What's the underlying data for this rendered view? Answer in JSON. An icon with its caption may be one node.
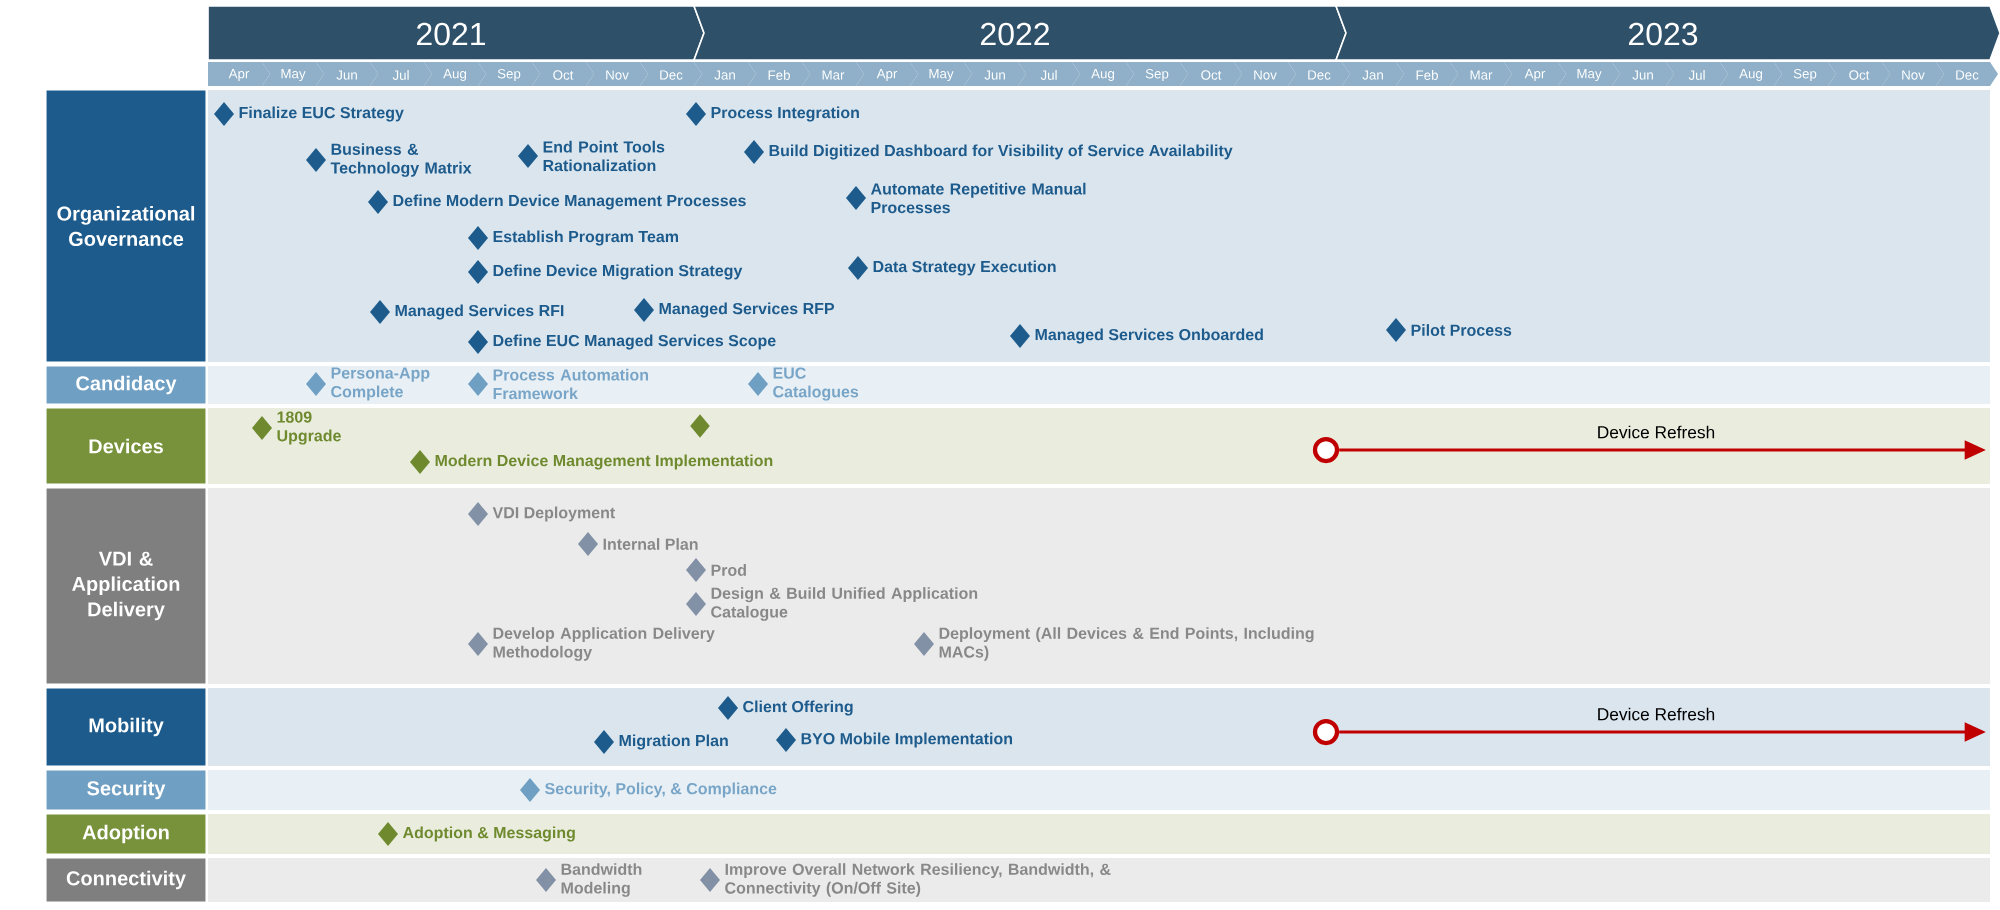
{
  "diagram": {
    "nodes": [
      {
        "text": [
          "Organizational Governance"
        ]
      },
      {
        "text": [
          "Finalize EUC Strategy"
        ],
        "in": 0
      },
      {
        "text": [
          "Process Integration"
        ],
        "in": 0
      },
      {
        "text": [
          "Business & Technology Matrix"
        ],
        "in": 0
      },
      {
        "text": [
          "End Point Tools Rationalization"
        ],
        "in": 0
      },
      {
        "text": [
          "Build Digitized Dashboard for Visibility of Service Availability"
        ],
        "in": 0
      },
      {
        "text": [
          "Define Modern Device Management Processes"
        ],
        "in": 0
      },
      {
        "text": [
          "Automate Repetitive Manual Processes"
        ],
        "in": 0
      },
      {
        "text": [
          "Establish Program Team"
        ],
        "in": 0
      },
      {
        "text": [
          "Define Device Migration Strategy"
        ],
        "in": 0
      },
      {
        "text": [
          "Data Strategy Execution"
        ],
        "in": 0
      },
      {
        "text": [
          "Managed Services RFI"
        ],
        "in": 0
      },
      {
        "text": [
          "Managed Services RFP"
        ],
        "in": 0
      },
      {
        "text": [
          "Pilot Process"
        ],
        "in": 0
      },
      {
        "text": [
          "Managed Services Onboarded"
        ],
        "in": 0
      },
      {
        "text": [
          "Define EUC Managed Services Scope"
        ],
        "in": 0
      },
      {
        "text": [
          "Candidacy"
        ]
      },
      {
        "text": [
          "Persona-App Complete"
        ],
        "in": 16
      },
      {
        "text": [
          "Process Automation Framework"
        ],
        "in": 16
      },
      {
        "text": [
          "EUC Catalogues"
        ],
        "in": 16
      },
      {
        "text": [
          "Devices"
        ]
      },
      {
        "text": [
          "1809 Upgrade"
        ],
        "in": 20
      },
      {
        "text": [],
        "shape": "diamond",
        "in": 20
      },
      {
        "text": [],
        "shape": "circle",
        "in": 20
      },
      {
        "text": [
          "Modern Device Management Implementation"
        ],
        "in": 20
      },
      {
        "text": [
          "VDI & Application Delivery"
        ]
      },
      {
        "text": [
          "VDI Deployment"
        ],
        "in": 25
      },
      {
        "text": [
          "Internal Plan"
        ],
        "in": 25
      },
      {
        "text": [
          "Prod"
        ],
        "in": 25
      },
      {
        "text": [
          "Design & Build Unified Application Catalogue"
        ],
        "in": 25
      },
      {
        "text": [
          "Develop Application Delivery Methodology"
        ],
        "in": 25
      },
      {
        "text": [
          "Deployment (All Devices & End Points, Including MACs)"
        ],
        "in": 25
      },
      {
        "text": [
          "Mobility"
        ]
      },
      {
        "text": [
          "Client Offering"
        ],
        "in": 32
      },
      {
        "text": [
          "Migration Plan"
        ],
        "in": 32
      },
      {
        "text": [
          "BYO Mobile Implementation"
        ],
        "in": 32
      },
      {
        "text": [],
        "shape": "circle",
        "in": 32
      },
      {
        "text": [
          "Security"
        ]
      },
      {
        "text": [
          "Security, Policy, & Compliance"
        ],
        "in": 37
      },
      {
        "text": [
          "Adoption"
        ]
      },
      {
        "text": [
          "Adoption & Messaging"
        ],
        "in": 39
      },
      {
        "text": [
          "Connectivity"
        ]
      },
      {
        "text": [
          "Bandwidth Modeling"
        ],
        "in": 41
      },
      {
        "text": [
          "Improve Overall Network Resiliency, Bandwidth, & Connectivity (On/Off Site)"
        ],
        "in": 41
      }
    ],
    "edges": [
      {
        "from": 23,
        "to": null,
        "arrow": "to",
        "label": "Device Refresh"
      },
      {
        "from": 36,
        "to": null,
        "arrow": "to",
        "label": "Device Refresh"
      }
    ],
    "labels": [
      "2021",
      "2022",
      "2023",
      "Apr",
      "May",
      "Jun",
      "Jul",
      "Aug",
      "Sep",
      "Oct",
      "Nov",
      "Dec",
      "Jan",
      "Feb",
      "Mar",
      "Apr",
      "May",
      "Jun",
      "Jul",
      "Aug",
      "Sep",
      "Oct",
      "Nov",
      "Dec",
      "Jan",
      "Feb",
      "Mar",
      "Apr",
      "May",
      "Jun",
      "Jul",
      "Aug",
      "Sep",
      "Oct",
      "Nov",
      "Dec"
    ]
  }
}
